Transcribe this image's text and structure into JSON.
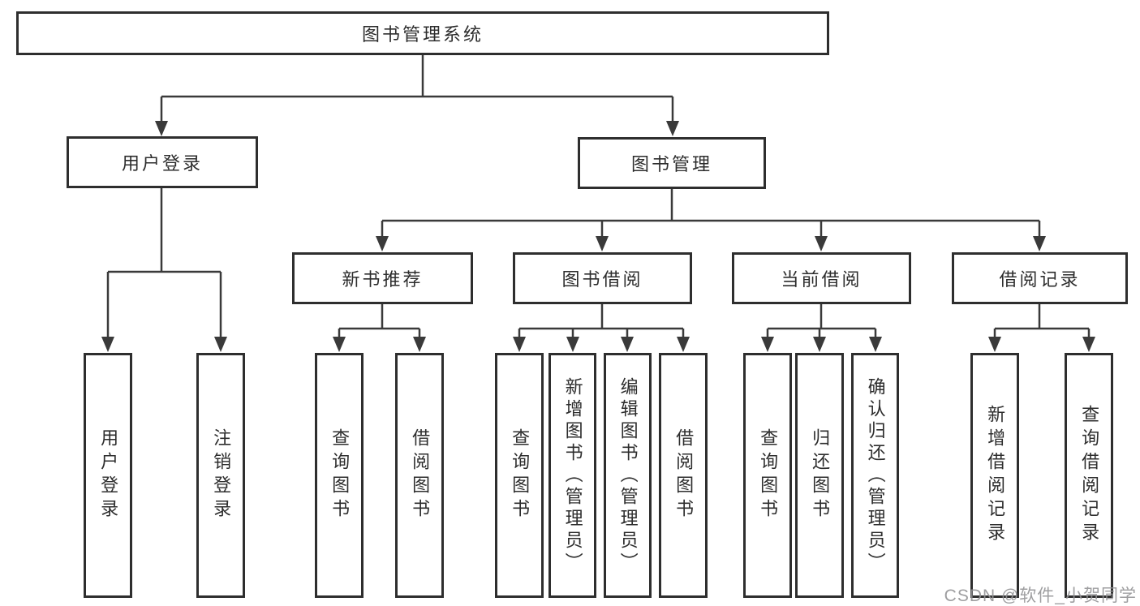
{
  "diagram": {
    "root": {
      "label": "图书管理系统"
    },
    "level1": [
      {
        "label": "用户登录"
      },
      {
        "label": "图书管理"
      }
    ],
    "level2": [
      {
        "label": "新书推荐"
      },
      {
        "label": "图书借阅"
      },
      {
        "label": "当前借阅"
      },
      {
        "label": "借阅记录"
      }
    ],
    "leaves": {
      "user_login": [
        {
          "label": "用户登录"
        },
        {
          "label": "注销登录"
        }
      ],
      "new_books": [
        {
          "label": "查询图书"
        },
        {
          "label": "借阅图书"
        }
      ],
      "book_borrow": [
        {
          "label": "查询图书"
        },
        {
          "label": "新增图书（管理员）"
        },
        {
          "label": "编辑图书（管理员）"
        },
        {
          "label": "借阅图书"
        }
      ],
      "current_borrow": [
        {
          "label": "查询图书"
        },
        {
          "label": "归还图书"
        },
        {
          "label": "确认归还（管理员）"
        }
      ],
      "borrow_records": [
        {
          "label": "新增借阅记录"
        },
        {
          "label": "查询借阅记录"
        }
      ]
    }
  },
  "watermark": "CSDN @软件_小贺同学",
  "colors": {
    "line": "#3a3a3a",
    "border": "#2e2e2e",
    "text": "#2d2d2d",
    "watermark": "#949496"
  }
}
